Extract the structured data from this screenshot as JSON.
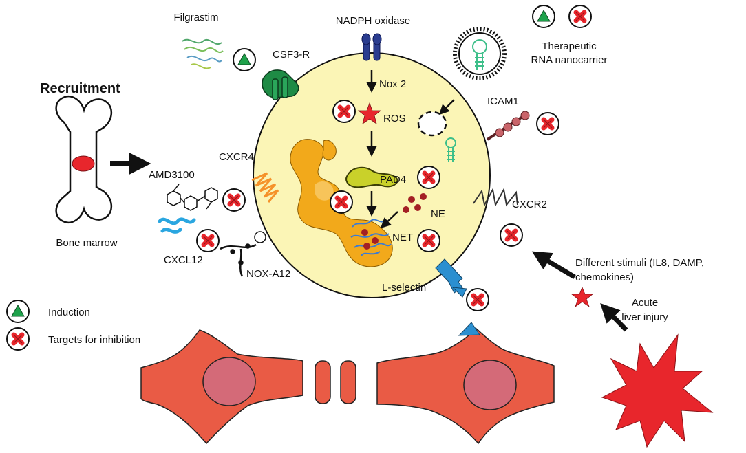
{
  "title": "Recruitment",
  "labels": {
    "filgrastim": "Filgrastim",
    "nadph": "NADPH oxidase",
    "csf3r": "CSF3-R",
    "nox2": "Nox 2",
    "ros": "ROS",
    "icam1": "ICAM1",
    "therapeutic_1": "Therapeutic",
    "therapeutic_2": "RNA nanocarrier",
    "cxcr4": "CXCR4",
    "amd3100": "AMD3100",
    "pad4": "PAD4",
    "ne": "NE",
    "net": "NET",
    "cxcr2": "CXCR2",
    "bone_marrow": "Bone marrow",
    "cxcl12": "CXCL12",
    "noxa12": "NOX-A12",
    "lselectin": "L-selectin",
    "stimuli_1": "Different stimuli (IL8, DAMP,",
    "stimuli_2": "chemokines)",
    "acute_1": "Acute",
    "acute_2": "liver injury"
  },
  "legend": {
    "induction": "Induction",
    "inhibition": "Targets for inhibition"
  },
  "colors": {
    "cell": "#fbf5b6",
    "inhibit": "#e8262c",
    "induce": "#1ea24b",
    "endothelium": "#e95b45",
    "nucleus": "#d46a78",
    "nucleus_net": "#f2a91b",
    "injury": "#e8262c",
    "csf3r": "#1e8b45",
    "nadph": "#2a3c8f",
    "cxcr4": "#f5922a",
    "icam": "#c9646a",
    "lselectin": "#2b8fd0",
    "pad4": "#c9d12a",
    "ne": "#a31f24",
    "cxcl12": "#2aa6e0",
    "rna": "#3dbf8a"
  },
  "icons": {
    "induction": "green-triangle-in-circle",
    "inhibition": "red-x-in-circle"
  }
}
